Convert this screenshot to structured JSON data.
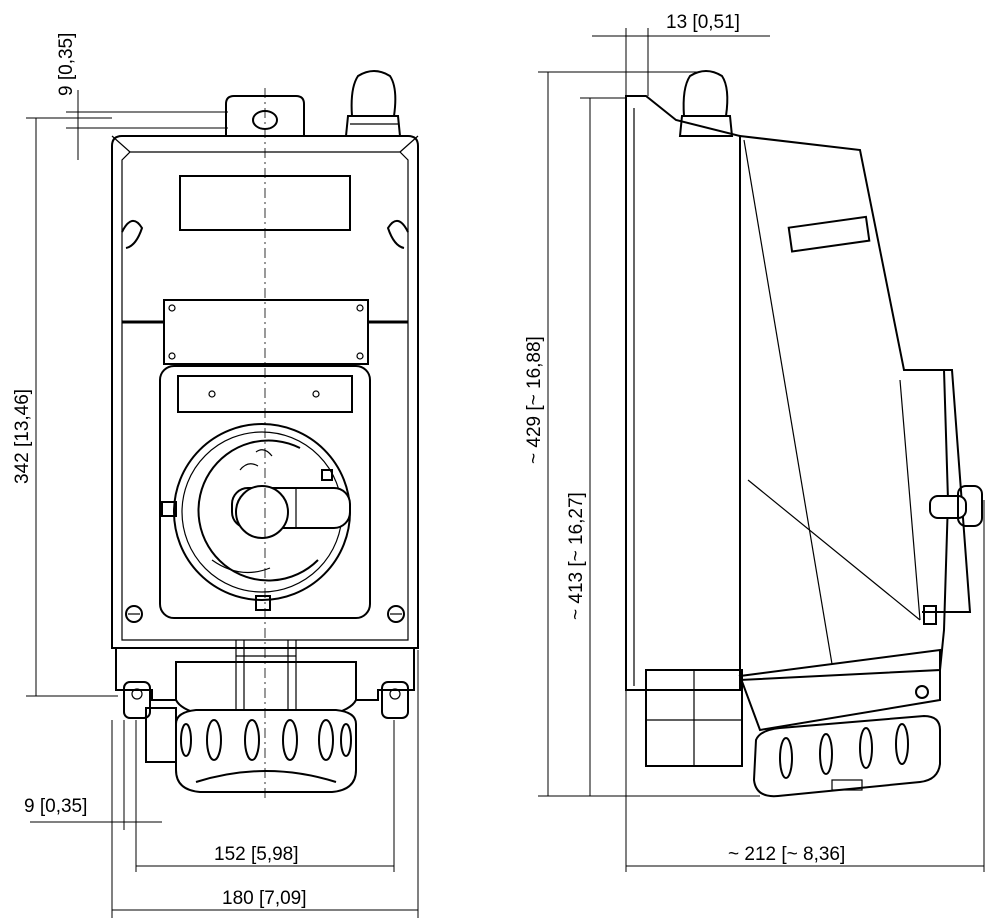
{
  "dimensions": {
    "front_top_offset": "9 [0,35]",
    "front_height": "342 [13,46]",
    "front_bottom_offset": "9 [0,35]",
    "front_inner_width": "152 [5,98]",
    "front_overall_width": "180 [7,09]",
    "side_top_offset": "13 [0,51]",
    "side_overall_height": "~ 429 [~ 16,88]",
    "side_body_height": "~ 413 [~ 16,27]",
    "side_depth": "~ 212 [~ 8,36]"
  },
  "colors": {
    "line": "#000000",
    "background": "#ffffff"
  }
}
